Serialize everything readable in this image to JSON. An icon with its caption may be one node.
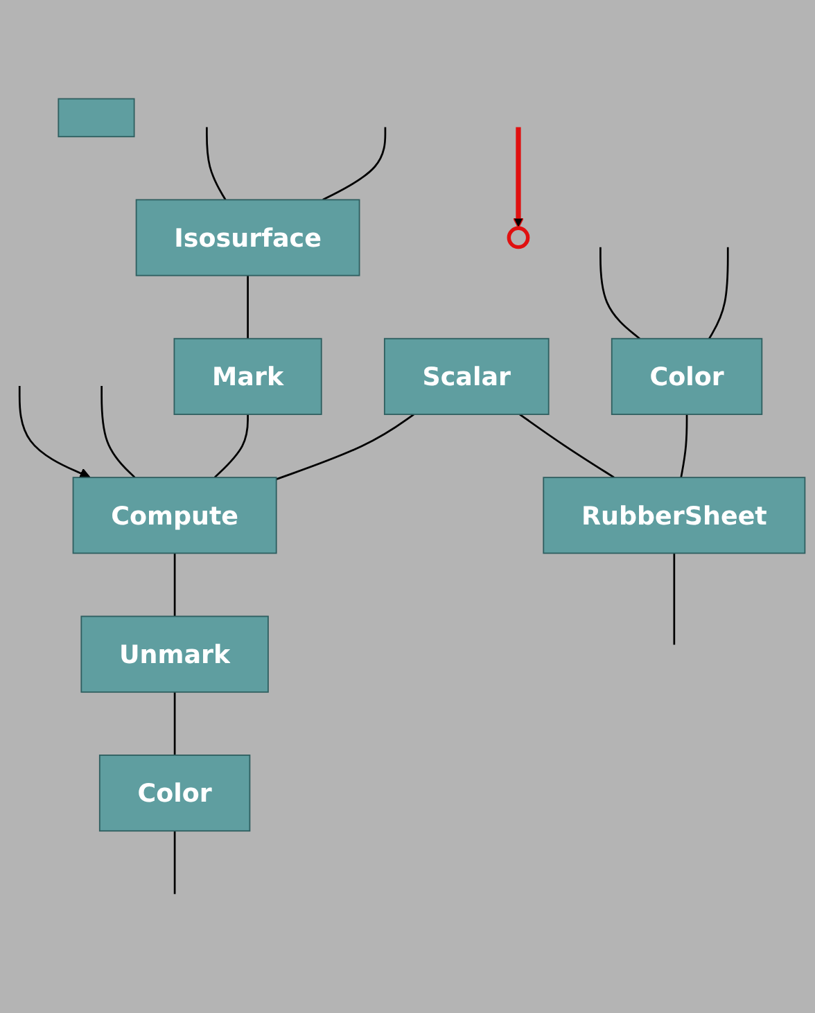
{
  "diagram": {
    "nodes": [
      {
        "text": [
          "Isosurface"
        ]
      },
      {
        "text": [
          "Color"
        ]
      },
      {
        "text": [
          "Scalar"
        ]
      },
      {
        "text": [
          "Mark"
        ]
      },
      {
        "text": [
          "RubberSheet"
        ]
      },
      {
        "text": [],
        "shape": "circle"
      },
      {
        "text": [
          "Compute"
        ]
      },
      {
        "text": [
          "Unmark"
        ]
      },
      {
        "text": [
          "Color"
        ]
      },
      {
        "text": [],
        "shape": "box"
      }
    ],
    "edges": [
      {
        "from": null,
        "to": 1,
        "arrow": "none"
      },
      {
        "from": null,
        "to": 1,
        "arrow": "none"
      },
      {
        "from": null,
        "to": 0,
        "arrow": "none"
      },
      {
        "from": null,
        "to": 0,
        "arrow": "none"
      },
      {
        "from": 0,
        "to": 3,
        "arrow": "none"
      },
      {
        "from": 1,
        "to": 4,
        "arrow": "none"
      },
      {
        "from": 2,
        "to": 4,
        "arrow": "none"
      },
      {
        "from": 2,
        "to": 6,
        "arrow": "none"
      },
      {
        "from": 3,
        "to": 6,
        "arrow": "none"
      },
      {
        "from": null,
        "to": 6,
        "arrow": "none"
      },
      {
        "from": 6,
        "to": 7,
        "arrow": "none"
      },
      {
        "from": 7,
        "to": 8,
        "arrow": "none"
      },
      {
        "from": 4,
        "to": null,
        "arrow": "none"
      },
      {
        "from": 8,
        "to": null,
        "arrow": "none"
      },
      {
        "from": null,
        "to": 6,
        "arrow": "to"
      },
      {
        "from": null,
        "to": 5,
        "arrow": "to",
        "style": "thick",
        "color": "#e01010"
      }
    ]
  }
}
